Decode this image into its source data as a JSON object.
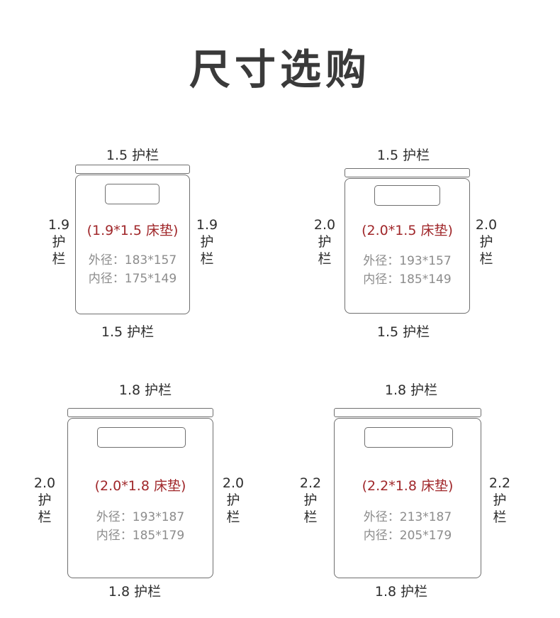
{
  "title": "尺寸选购",
  "beds": [
    {
      "top_label": "1.5 护栏",
      "bottom_label": "1.5 护栏",
      "side_number": "1.9",
      "side_text_1": "护",
      "side_text_2": "栏",
      "mattress": "(1.9*1.5 床垫)",
      "outer": "外径：183*157",
      "inner": "内径：175*149"
    },
    {
      "top_label": "1.5 护栏",
      "bottom_label": "1.5 护栏",
      "side_number": "2.0",
      "side_text_1": "护",
      "side_text_2": "栏",
      "mattress": "(2.0*1.5 床垫)",
      "outer": "外径：193*157",
      "inner": "内径：185*149"
    },
    {
      "top_label": "1.8 护栏",
      "bottom_label": "1.8 护栏",
      "side_number": "2.0",
      "side_text_1": "护",
      "side_text_2": "栏",
      "mattress": "(2.0*1.8 床垫)",
      "outer": "外径：193*187",
      "inner": "内径：185*179"
    },
    {
      "top_label": "1.8 护栏",
      "bottom_label": "1.8 护栏",
      "side_number": "2.2",
      "side_text_1": "护",
      "side_text_2": "栏",
      "mattress": "(2.2*1.8 床垫)",
      "outer": "外径：213*187",
      "inner": "内径：205*179"
    }
  ],
  "colors": {
    "outline": "#6f6f6f",
    "mattress_text": "#a0272a",
    "dimension_text": "#8c8c8c"
  }
}
